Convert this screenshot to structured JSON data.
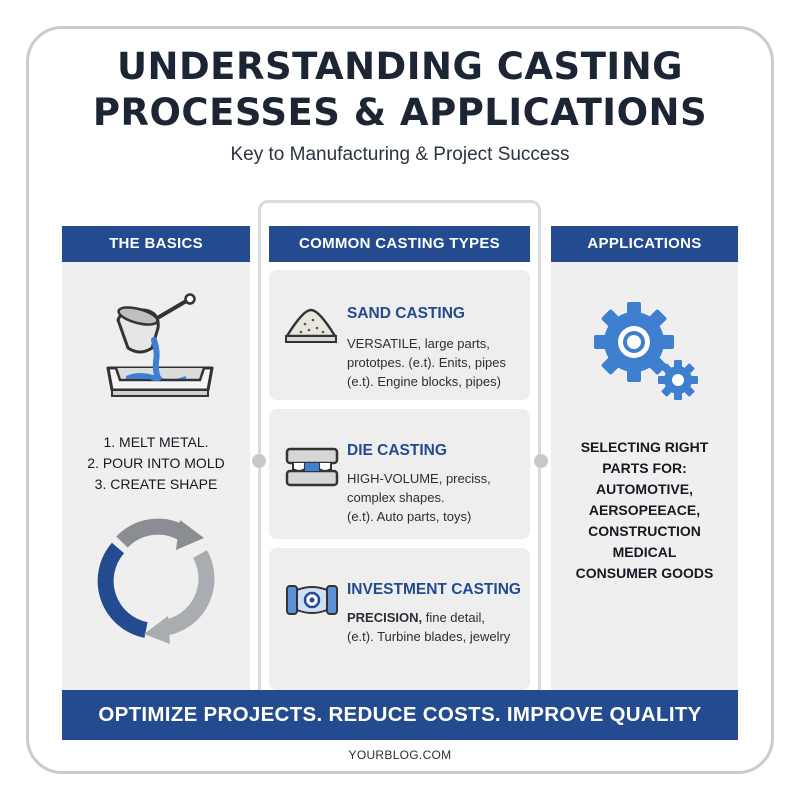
{
  "title": {
    "line1": "UNDERSTANDING CASTING",
    "line2": "PROCESSES & APPLICATIONS"
  },
  "subtitle": "Key to Manufacturing & Project Success",
  "columns": {
    "basics": {
      "header": "THE BASICS",
      "steps": "1. MELT METAL.\n2. POUR INTO MOLD\n3. CREATE SHAPE",
      "icons": [
        "ladle-pouring-icon",
        "cycle-arrows-icon"
      ]
    },
    "types": {
      "header": "COMMON CASTING TYPES",
      "cards": [
        {
          "title": "SAND CASTING",
          "text": "VERSATILE, large parts,\nprototpes. (e.t). Enits, pipes\n(e.t). Engine blocks, pipes)",
          "icon": "sand-pile-icon"
        },
        {
          "title": "DIE CASTING",
          "text": "HIGH-VOLUME, preciss,\ncomplex shapes.\n(e.t). Auto parts, toys)",
          "icon": "die-mold-icon"
        },
        {
          "title": "INVESTMENT CASTING",
          "text_bold": "PRECISION,",
          "text_rest": " fine detail,",
          "text_line2": "(e.t). Turbine blades, jewelry",
          "icon": "investment-part-icon"
        }
      ]
    },
    "applications": {
      "header": "APPLICATIONS",
      "text": "SELECTING RIGHT\nPARTS FOR:\nAUTOMOTIVE,\nAERSOPEEACE,\nCONSTRUCTION\nMEDICAL\nCONSUMER GOODS",
      "icon": "gears-icon"
    }
  },
  "banner": "OPTIMIZE PROJECTS. REDUCE COSTS. IMPROVE QUALITY",
  "footer": "YOURBLOG.COM",
  "colors": {
    "accent_blue": "#244b8f",
    "icon_blue": "#3f7fcf",
    "panel_gray": "#efefef",
    "text_dark": "#1b2533"
  }
}
